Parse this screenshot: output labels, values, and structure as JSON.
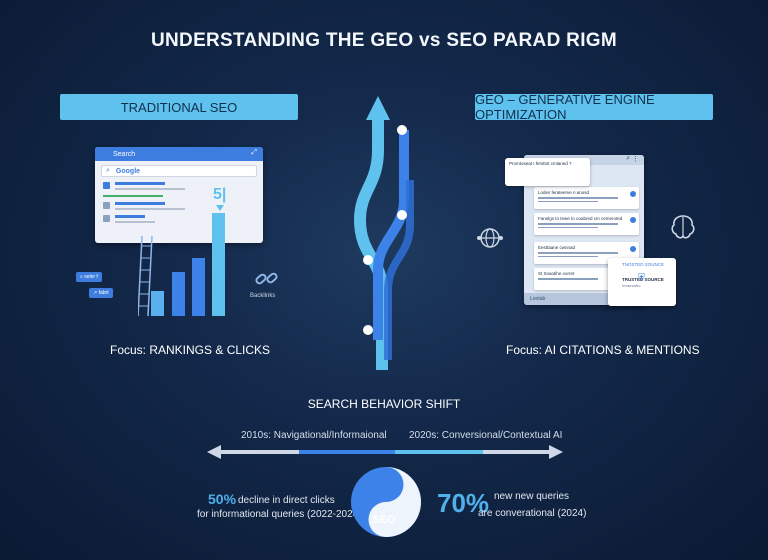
{
  "title": "UNDERSTANDING THE GEO vs SEO PARAD RIGM",
  "seo": {
    "header": "TRADITIONAL SEO",
    "search_label": "Search",
    "google_label": "Google",
    "cursor_text": "5|",
    "chip_1": "seler f",
    "chip_2": "fabrt",
    "backlinks": "Backlinks",
    "focus": "Focus: RANKINGS & CLICKS"
  },
  "geo": {
    "header": "GEO – GENERATIVE ENGINE OPTIMIZATION",
    "prompt": "Promtoseat I fersttot cmlaned ?",
    "cards": [
      "Lodes ferateeme n anosd",
      "Fanelgs to tewe to ooabred cm cemeroted",
      "Eesttaane cwnnad",
      "St Snaotihe oorret"
    ],
    "trusted_header": "TNOSTED SOUNCE",
    "trusted_title": "TRUSTED SOURCE",
    "trusted_sub": "Inoseontlo",
    "panel_footer": "Lootab",
    "focus": "Focus: AI CITATIONS & MENTIONS"
  },
  "shift": {
    "title": "SEARCH BEHAVIOR SHIFT",
    "left_label": "2010s: Navigational/Informaional",
    "right_label": "2020s: Conversional/Contextual AI"
  },
  "stats": {
    "left_num": "50%",
    "left_text1": "decline in direct clicks",
    "left_text2": "for informational queries (2022-2024)",
    "right_num": "70%",
    "right_text1": "new new queries",
    "right_text2": "are converational (2024)",
    "center": "SEO"
  },
  "colors": {
    "accent": "#5fc1ee",
    "blue": "#3c82e8",
    "background": "#13284a"
  }
}
